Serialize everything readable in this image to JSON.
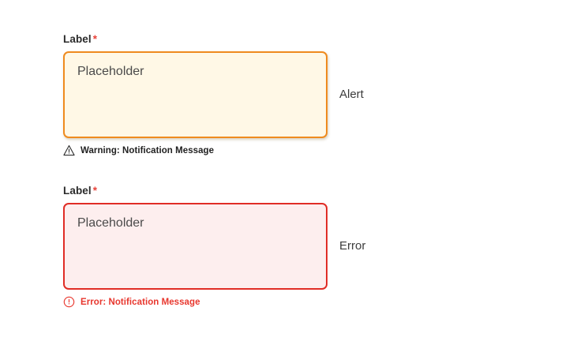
{
  "page": {
    "background_color": "#ffffff"
  },
  "fields": [
    {
      "key": "alert",
      "label": "Label",
      "required_marker": "*",
      "placeholder": "Placeholder",
      "value": "",
      "state": "alert",
      "border_color": "#ef8b1f",
      "fill_color": "#fff8e6",
      "helper": {
        "icon": "warning-triangle-icon",
        "text": "Warning: Notification Message",
        "text_color": "#212121"
      },
      "annotation": "Alert"
    },
    {
      "key": "error",
      "label": "Label",
      "required_marker": "*",
      "placeholder": "Placeholder",
      "value": "",
      "state": "error",
      "border_color": "#e02d26",
      "fill_color": "#fdeeee",
      "helper": {
        "icon": "error-circle-icon",
        "text": "Error: Notification Message",
        "text_color": "#e8372e"
      },
      "annotation": "Error"
    }
  ],
  "colors": {
    "required_asterisk": "#e8423a",
    "label_text": "#2b2b2b",
    "placeholder_text": "#4a4a4a",
    "annotation_text": "#3c3c3c"
  }
}
